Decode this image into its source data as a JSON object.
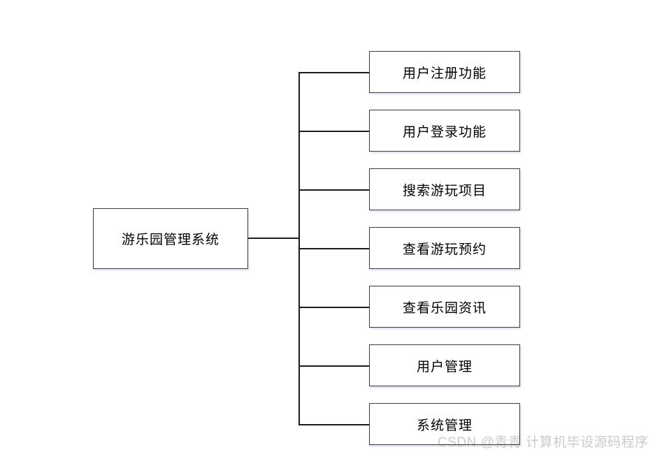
{
  "diagram": {
    "root": {
      "label": "游乐园管理系统"
    },
    "children": [
      {
        "label": "用户注册功能"
      },
      {
        "label": "用户登录功能"
      },
      {
        "label": "搜索游玩项目"
      },
      {
        "label": "查看游玩预约"
      },
      {
        "label": "查看乐园资讯"
      },
      {
        "label": "用户管理"
      },
      {
        "label": "系统管理"
      }
    ]
  },
  "watermark": {
    "text": "CSDN @青青 计算机毕设源码程序"
  },
  "colors": {
    "page_bg": "#ffffff",
    "line": "#1c1c1c",
    "box_border": "#3c3c3c",
    "box_fill": "#ffffff",
    "text": "#000000",
    "watermark": "#cbcbcb"
  }
}
